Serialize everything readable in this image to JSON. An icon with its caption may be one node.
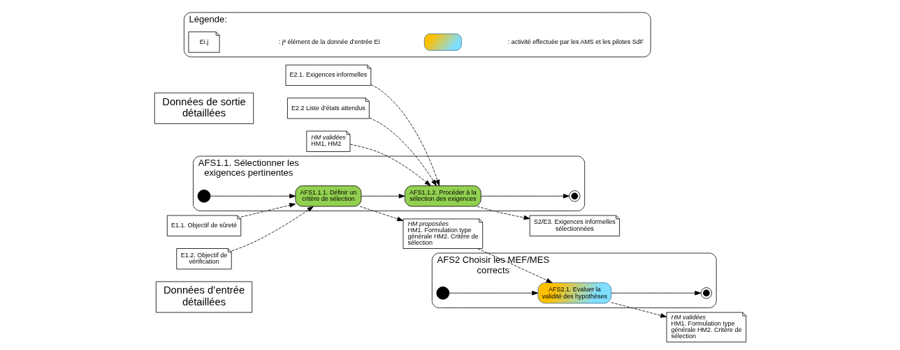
{
  "diagram": {
    "nodes": [
      {
        "text": [
          "Données d’entrée détaillées"
        ]
      },
      {
        "text": [
          "AFS1.1. Sélectionner les exigences pertinentes"
        ]
      },
      {
        "text": [],
        "shape": "circle",
        "in": 1
      },
      {
        "text": [
          "AFS1.1.1. Définir un critère de sélection"
        ],
        "in": 1
      },
      {
        "text": [
          "AFS1.1.2. Procéder à la sélection des exigences"
        ],
        "in": 1
      },
      {
        "text": [],
        "shape": "circle",
        "in": 1
      },
      {
        "text": [
          "Données de sortie détaillées"
        ]
      },
      {
        "text": [
          "AFS2 Choisir les MEF/MES corrects"
        ]
      },
      {
        "text": [],
        "shape": "circle",
        "in": 7
      },
      {
        "text": [
          "AFS2.1. Evaluer la validité des hypothèses"
        ],
        "in": 7
      },
      {
        "text": [],
        "shape": "circle",
        "in": 7
      },
      {
        "text": [
          "E1.1. Objectif de sûreté"
        ]
      },
      {
        "text": [
          "E1.2. Objectif de vérification"
        ]
      },
      {
        "text": [
          "E2.1. Exigences informelles"
        ]
      },
      {
        "text": [
          "E2.2 Liste d’états attendus"
        ]
      },
      {
        "text": [
          "HM validées",
          "HM1, HM2"
        ]
      },
      {
        "text": [
          "HM proposées",
          "HM1. Formulation type générale HM2. Critère de sélection"
        ]
      },
      {
        "text": [
          "S2/E3. Exigences informelles sélectionnées"
        ]
      },
      {
        "text": [
          "HM validées",
          "HM1. Formulation type générale HM2. Critère de sélection"
        ]
      },
      {
        "text": [
          "Légende:"
        ]
      },
      {
        "text": [
          "Ei.j"
        ],
        "in": 19
      },
      {
        "text": [],
        "shape": "box",
        "in": 19
      }
    ],
    "edges": [
      {
        "from": 11,
        "to": 3,
        "arrow": "to",
        "style": "dashed"
      },
      {
        "from": 12,
        "to": 3,
        "arrow": "to",
        "style": "dashed"
      },
      {
        "from": 2,
        "to": 3,
        "arrow": "to"
      },
      {
        "from": 3,
        "to": 4,
        "arrow": "to"
      },
      {
        "from": 13,
        "to": 4,
        "arrow": "to",
        "style": "dashed"
      },
      {
        "from": 14,
        "to": 4,
        "arrow": "to",
        "style": "dashed"
      },
      {
        "from": 15,
        "to": 4,
        "arrow": "to",
        "style": "dashed"
      },
      {
        "from": 4,
        "to": 5,
        "arrow": "to"
      },
      {
        "from": 3,
        "to": 16,
        "arrow": "to",
        "style": "dashed"
      },
      {
        "from": 4,
        "to": 17,
        "arrow": "to",
        "style": "dashed"
      },
      {
        "from": 16,
        "to": 9,
        "arrow": "to",
        "style": "dashed"
      },
      {
        "from": 8,
        "to": 9,
        "arrow": "to"
      },
      {
        "from": 9,
        "to": 10,
        "arrow": "to"
      },
      {
        "from": 9,
        "to": 18,
        "arrow": "to",
        "style": "dashed"
      }
    ],
    "legend": [
      {
        "text": ": jᵉ élément de la donnée d’entrée Ei"
      },
      {
        "text": ": activité effectuée par les AMS et les pilotes SdF"
      }
    ]
  }
}
